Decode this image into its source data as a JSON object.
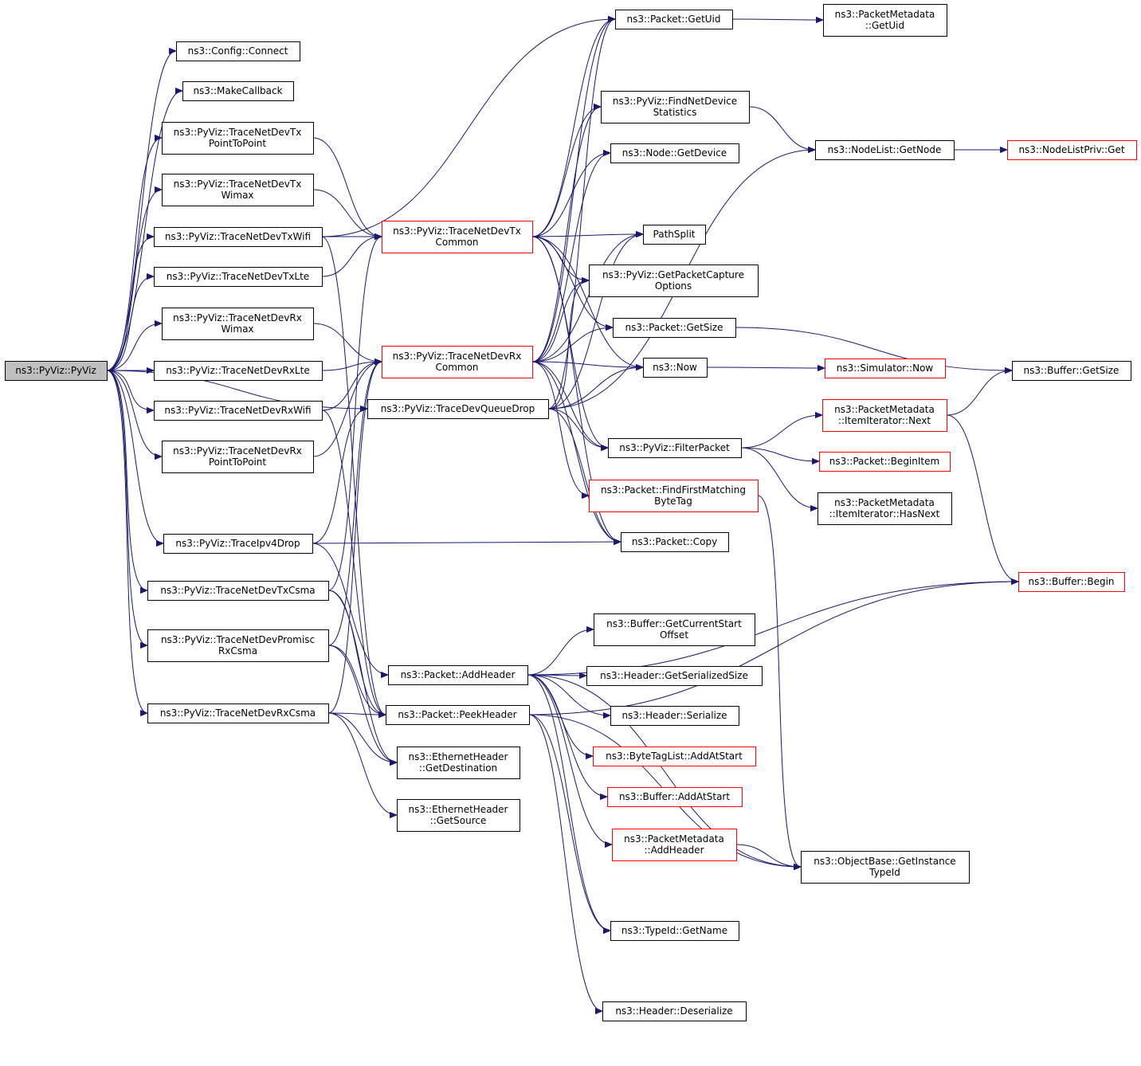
{
  "diagram": {
    "root": "pyviz",
    "nodes": [
      {
        "id": "pyviz",
        "lines": [
          "ns3::PyViz::PyViz"
        ],
        "style": "root"
      },
      {
        "id": "config_connect",
        "lines": [
          "ns3::Config::Connect"
        ],
        "style": "black"
      },
      {
        "id": "make_callback",
        "lines": [
          "ns3::MakeCallback"
        ],
        "style": "black"
      },
      {
        "id": "tx_p2p",
        "lines": [
          "ns3::PyViz::TraceNetDevTx",
          "PointToPoint"
        ],
        "style": "black"
      },
      {
        "id": "tx_wimax",
        "lines": [
          "ns3::PyViz::TraceNetDevTx",
          "Wimax"
        ],
        "style": "black"
      },
      {
        "id": "tx_wifi",
        "lines": [
          "ns3::PyViz::TraceNetDevTxWifi"
        ],
        "style": "black"
      },
      {
        "id": "tx_lte",
        "lines": [
          "ns3::PyViz::TraceNetDevTxLte"
        ],
        "style": "black"
      },
      {
        "id": "rx_wimax",
        "lines": [
          "ns3::PyViz::TraceNetDevRx",
          "Wimax"
        ],
        "style": "black"
      },
      {
        "id": "rx_lte",
        "lines": [
          "ns3::PyViz::TraceNetDevRxLte"
        ],
        "style": "black"
      },
      {
        "id": "rx_wifi",
        "lines": [
          "ns3::PyViz::TraceNetDevRxWifi"
        ],
        "style": "black"
      },
      {
        "id": "rx_p2p",
        "lines": [
          "ns3::PyViz::TraceNetDevRx",
          "PointToPoint"
        ],
        "style": "black"
      },
      {
        "id": "ipv4_drop",
        "lines": [
          "ns3::PyViz::TraceIpv4Drop"
        ],
        "style": "black"
      },
      {
        "id": "tx_csma",
        "lines": [
          "ns3::PyViz::TraceNetDevTxCsma"
        ],
        "style": "black"
      },
      {
        "id": "promisc_csma",
        "lines": [
          "ns3::PyViz::TraceNetDevPromisc",
          "RxCsma"
        ],
        "style": "black"
      },
      {
        "id": "rx_csma",
        "lines": [
          "ns3::PyViz::TraceNetDevRxCsma"
        ],
        "style": "black"
      },
      {
        "id": "tx_common",
        "lines": [
          "ns3::PyViz::TraceNetDevTx",
          "Common"
        ],
        "style": "red"
      },
      {
        "id": "rx_common",
        "lines": [
          "ns3::PyViz::TraceNetDevRx",
          "Common"
        ],
        "style": "red"
      },
      {
        "id": "queue_drop",
        "lines": [
          "ns3::PyViz::TraceDevQueueDrop"
        ],
        "style": "black"
      },
      {
        "id": "add_header",
        "lines": [
          "ns3::Packet::AddHeader"
        ],
        "style": "black"
      },
      {
        "id": "peek_header",
        "lines": [
          "ns3::Packet::PeekHeader"
        ],
        "style": "black"
      },
      {
        "id": "eth_dest",
        "lines": [
          "ns3::EthernetHeader",
          "::GetDestination"
        ],
        "style": "black"
      },
      {
        "id": "eth_src",
        "lines": [
          "ns3::EthernetHeader",
          "::GetSource"
        ],
        "style": "black"
      },
      {
        "id": "get_uid",
        "lines": [
          "ns3::Packet::GetUid"
        ],
        "style": "black"
      },
      {
        "id": "find_netdev_stats",
        "lines": [
          "ns3::PyViz::FindNetDevice",
          "Statistics"
        ],
        "style": "black"
      },
      {
        "id": "node_get_device",
        "lines": [
          "ns3::Node::GetDevice"
        ],
        "style": "black"
      },
      {
        "id": "path_split",
        "lines": [
          "PathSplit"
        ],
        "style": "black"
      },
      {
        "id": "capture_options",
        "lines": [
          "ns3::PyViz::GetPacketCapture",
          "Options"
        ],
        "style": "black"
      },
      {
        "id": "get_size",
        "lines": [
          "ns3::Packet::GetSize"
        ],
        "style": "black"
      },
      {
        "id": "now",
        "lines": [
          "ns3::Now"
        ],
        "style": "black"
      },
      {
        "id": "filter_packet",
        "lines": [
          "ns3::PyViz::FilterPacket"
        ],
        "style": "black"
      },
      {
        "id": "find_byte_tag",
        "lines": [
          "ns3::Packet::FindFirstMatching",
          "ByteTag"
        ],
        "style": "red"
      },
      {
        "id": "copy",
        "lines": [
          "ns3::Packet::Copy"
        ],
        "style": "black"
      },
      {
        "id": "current_start",
        "lines": [
          "ns3::Buffer::GetCurrentStart",
          "Offset"
        ],
        "style": "black"
      },
      {
        "id": "ser_size",
        "lines": [
          "ns3::Header::GetSerializedSize"
        ],
        "style": "black"
      },
      {
        "id": "serialize",
        "lines": [
          "ns3::Header::Serialize"
        ],
        "style": "black"
      },
      {
        "id": "bytetag_add",
        "lines": [
          "ns3::ByteTagList::AddAtStart"
        ],
        "style": "red"
      },
      {
        "id": "buffer_add",
        "lines": [
          "ns3::Buffer::AddAtStart"
        ],
        "style": "red"
      },
      {
        "id": "pm_add_header",
        "lines": [
          "ns3::PacketMetadata",
          "::AddHeader"
        ],
        "style": "red"
      },
      {
        "id": "typeid_name",
        "lines": [
          "ns3::TypeId::GetName"
        ],
        "style": "black"
      },
      {
        "id": "deserialize",
        "lines": [
          "ns3::Header::Deserialize"
        ],
        "style": "black"
      },
      {
        "id": "pm_get_uid",
        "lines": [
          "ns3::PacketMetadata",
          "::GetUid"
        ],
        "style": "black"
      },
      {
        "id": "nodelist_get",
        "lines": [
          "ns3::NodeList::GetNode"
        ],
        "style": "black"
      },
      {
        "id": "nodelistpriv_get",
        "lines": [
          "ns3::NodeListPriv::Get"
        ],
        "style": "red"
      },
      {
        "id": "sim_now",
        "lines": [
          "ns3::Simulator::Now"
        ],
        "style": "red"
      },
      {
        "id": "buffer_get_size",
        "lines": [
          "ns3::Buffer::GetSize"
        ],
        "style": "black"
      },
      {
        "id": "iter_next",
        "lines": [
          "ns3::PacketMetadata",
          "::ItemIterator::Next"
        ],
        "style": "red"
      },
      {
        "id": "begin_item",
        "lines": [
          "ns3::Packet::BeginItem"
        ],
        "style": "red"
      },
      {
        "id": "iter_has_next",
        "lines": [
          "ns3::PacketMetadata",
          "::ItemIterator::HasNext"
        ],
        "style": "black"
      },
      {
        "id": "buffer_begin",
        "lines": [
          "ns3::Buffer::Begin"
        ],
        "style": "red"
      },
      {
        "id": "instance_typeid",
        "lines": [
          "ns3::ObjectBase::GetInstance",
          "TypeId"
        ],
        "style": "black"
      }
    ],
    "edges": [
      [
        "pyviz",
        "config_connect"
      ],
      [
        "pyviz",
        "make_callback"
      ],
      [
        "pyviz",
        "tx_p2p"
      ],
      [
        "pyviz",
        "tx_wimax"
      ],
      [
        "pyviz",
        "tx_wifi"
      ],
      [
        "pyviz",
        "tx_lte"
      ],
      [
        "pyviz",
        "rx_wimax"
      ],
      [
        "pyviz",
        "rx_lte"
      ],
      [
        "pyviz",
        "rx_wifi"
      ],
      [
        "pyviz",
        "rx_p2p"
      ],
      [
        "pyviz",
        "queue_drop"
      ],
      [
        "pyviz",
        "ipv4_drop"
      ],
      [
        "pyviz",
        "tx_csma"
      ],
      [
        "pyviz",
        "promisc_csma"
      ],
      [
        "pyviz",
        "rx_csma"
      ],
      [
        "tx_p2p",
        "tx_common"
      ],
      [
        "tx_wimax",
        "tx_common"
      ],
      [
        "tx_wifi",
        "tx_common"
      ],
      [
        "tx_wifi",
        "get_uid"
      ],
      [
        "tx_wifi",
        "peek_header"
      ],
      [
        "tx_lte",
        "tx_common"
      ],
      [
        "rx_wimax",
        "rx_common"
      ],
      [
        "rx_lte",
        "rx_common"
      ],
      [
        "rx_wifi",
        "rx_common"
      ],
      [
        "rx_wifi",
        "peek_header"
      ],
      [
        "rx_p2p",
        "rx_common"
      ],
      [
        "ipv4_drop",
        "queue_drop"
      ],
      [
        "ipv4_drop",
        "copy"
      ],
      [
        "ipv4_drop",
        "add_header"
      ],
      [
        "tx_csma",
        "tx_common"
      ],
      [
        "tx_csma",
        "peek_header"
      ],
      [
        "tx_csma",
        "eth_dest"
      ],
      [
        "promisc_csma",
        "rx_common"
      ],
      [
        "promisc_csma",
        "peek_header"
      ],
      [
        "promisc_csma",
        "eth_dest"
      ],
      [
        "rx_csma",
        "rx_common"
      ],
      [
        "rx_csma",
        "peek_header"
      ],
      [
        "rx_csma",
        "eth_src"
      ],
      [
        "rx_csma",
        "eth_dest"
      ],
      [
        "tx_common",
        "get_uid"
      ],
      [
        "tx_common",
        "find_netdev_stats"
      ],
      [
        "tx_common",
        "node_get_device"
      ],
      [
        "tx_common",
        "path_split"
      ],
      [
        "tx_common",
        "capture_options"
      ],
      [
        "tx_common",
        "get_size"
      ],
      [
        "tx_common",
        "now"
      ],
      [
        "tx_common",
        "filter_packet"
      ],
      [
        "tx_common",
        "copy"
      ],
      [
        "rx_common",
        "get_uid"
      ],
      [
        "rx_common",
        "find_netdev_stats"
      ],
      [
        "rx_common",
        "node_get_device"
      ],
      [
        "rx_common",
        "path_split"
      ],
      [
        "rx_common",
        "capture_options"
      ],
      [
        "rx_common",
        "get_size"
      ],
      [
        "rx_common",
        "now"
      ],
      [
        "rx_common",
        "filter_packet"
      ],
      [
        "rx_common",
        "find_byte_tag"
      ],
      [
        "rx_common",
        "copy"
      ],
      [
        "queue_drop",
        "get_uid"
      ],
      [
        "queue_drop",
        "nodelist_get"
      ],
      [
        "queue_drop",
        "path_split"
      ],
      [
        "queue_drop",
        "capture_options"
      ],
      [
        "queue_drop",
        "now"
      ],
      [
        "queue_drop",
        "filter_packet"
      ],
      [
        "queue_drop",
        "copy"
      ],
      [
        "get_uid",
        "pm_get_uid"
      ],
      [
        "find_netdev_stats",
        "nodelist_get"
      ],
      [
        "nodelist_get",
        "nodelistpriv_get"
      ],
      [
        "now",
        "sim_now"
      ],
      [
        "get_size",
        "buffer_get_size"
      ],
      [
        "filter_packet",
        "iter_next"
      ],
      [
        "filter_packet",
        "begin_item"
      ],
      [
        "filter_packet",
        "iter_has_next"
      ],
      [
        "iter_next",
        "buffer_get_size"
      ],
      [
        "iter_next",
        "buffer_begin"
      ],
      [
        "find_byte_tag",
        "instance_typeid"
      ],
      [
        "add_header",
        "buffer_begin"
      ],
      [
        "add_header",
        "current_start"
      ],
      [
        "add_header",
        "ser_size"
      ],
      [
        "add_header",
        "serialize"
      ],
      [
        "add_header",
        "bytetag_add"
      ],
      [
        "add_header",
        "buffer_add"
      ],
      [
        "add_header",
        "pm_add_header"
      ],
      [
        "add_header",
        "instance_typeid"
      ],
      [
        "add_header",
        "typeid_name"
      ],
      [
        "peek_header",
        "deserialize"
      ],
      [
        "peek_header",
        "typeid_name"
      ],
      [
        "peek_header",
        "instance_typeid"
      ],
      [
        "peek_header",
        "buffer_begin"
      ],
      [
        "pm_add_header",
        "instance_typeid"
      ]
    ]
  },
  "colors": {
    "edge": "#191970",
    "border_default": "#000000",
    "border_red": "#ff0000",
    "root_fill": "#bfbfbf"
  }
}
